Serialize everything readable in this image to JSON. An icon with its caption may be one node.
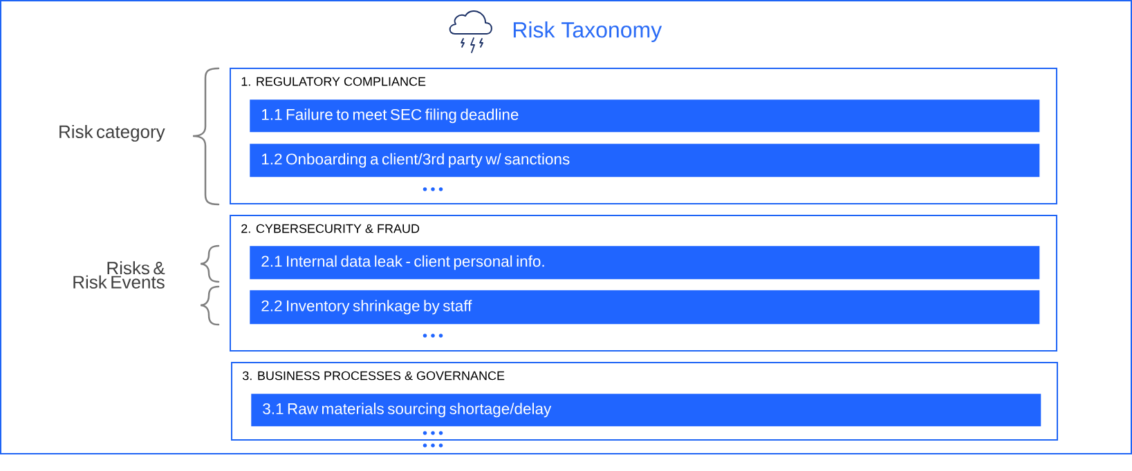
{
  "diagram": {
    "title": "Risk Taxonomy",
    "nodes": [
      {
        "text": [
          "1. REGULATORY COMPLIANCE"
        ]
      },
      {
        "text": [
          "1.1 Failure to meet SEC filing deadline"
        ],
        "in": 0
      },
      {
        "text": [
          "1.2 Onboarding a client/3rd party w/ sanctions"
        ],
        "in": 0
      },
      {
        "text": [
          "2. CYBERSECURITY & FRAUD"
        ]
      },
      {
        "text": [
          "2.1 Internal data leak - client personal info."
        ],
        "in": 3
      },
      {
        "text": [
          "2.2 Inventory shrinkage by staff"
        ],
        "in": 3
      },
      {
        "text": [
          "3. BUSINESS PROCESSES & GOVERNANCE"
        ]
      },
      {
        "text": [
          "3.1 Raw materials sourcing shortage/delay"
        ],
        "in": 6
      }
    ],
    "labels": [
      "Risk category",
      "Risks & Risk Events"
    ]
  }
}
